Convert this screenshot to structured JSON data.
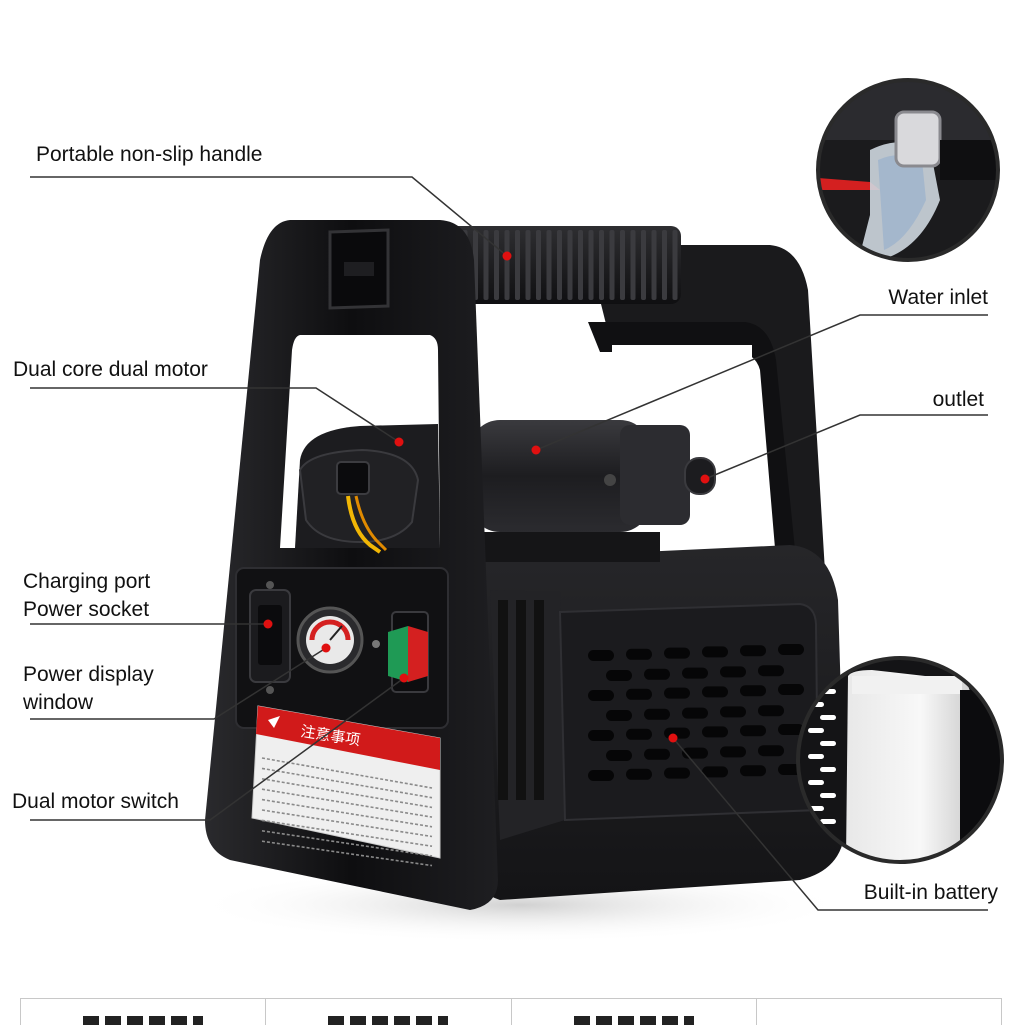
{
  "callouts": [
    {
      "id": "handle",
      "lines": [
        "Portable non-slip handle"
      ]
    },
    {
      "id": "water-inlet",
      "lines": [
        "Water inlet"
      ]
    },
    {
      "id": "motor",
      "lines": [
        "Dual core dual motor"
      ]
    },
    {
      "id": "outlet",
      "lines": [
        "outlet"
      ]
    },
    {
      "id": "charging",
      "lines": [
        "Charging port",
        "Power socket"
      ]
    },
    {
      "id": "display",
      "lines": [
        "Power display",
        "window"
      ]
    },
    {
      "id": "switch",
      "lines": [
        "Dual motor switch"
      ]
    },
    {
      "id": "battery",
      "lines": [
        "Built-in battery"
      ]
    }
  ],
  "warning_label": {
    "title": "注意事项"
  },
  "colors": {
    "body": "#1c1c1e",
    "frame": "#111113",
    "marker": "#e01010",
    "leader": "#333333",
    "rocker_green": "#1f9a55",
    "rocker_red": "#d42020"
  }
}
